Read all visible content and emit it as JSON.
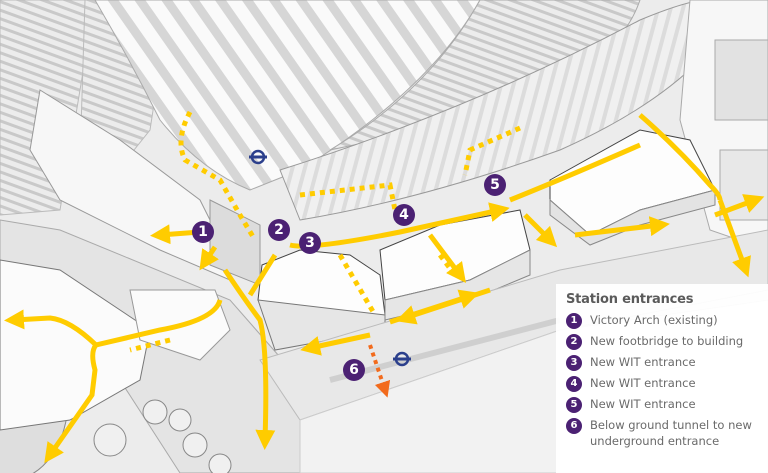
{
  "map": {
    "type": "isometric station access diagram",
    "route_color": "#ffcc00",
    "tunnel_color": "#f26b1d",
    "marker_color": "#4b2173",
    "tube_roundel_color": "#2b3f8c",
    "markers": [
      {
        "id": "1",
        "label": "1"
      },
      {
        "id": "2",
        "label": "2"
      },
      {
        "id": "3",
        "label": "3"
      },
      {
        "id": "4",
        "label": "4"
      },
      {
        "id": "5",
        "label": "5"
      },
      {
        "id": "6",
        "label": "6"
      }
    ],
    "tube_roundels": [
      {
        "name": "underground-station-existing"
      },
      {
        "name": "underground-station-new"
      }
    ]
  },
  "legend": {
    "title": "Station entrances",
    "items": [
      {
        "num": "1",
        "text": "Victory Arch (existing)"
      },
      {
        "num": "2",
        "text": "New footbridge to building"
      },
      {
        "num": "3",
        "text": "New WIT entrance"
      },
      {
        "num": "4",
        "text": "New WIT entrance"
      },
      {
        "num": "5",
        "text": "New WIT entrance"
      },
      {
        "num": "6",
        "text": "Below ground tunnel to new underground entrance"
      }
    ]
  }
}
